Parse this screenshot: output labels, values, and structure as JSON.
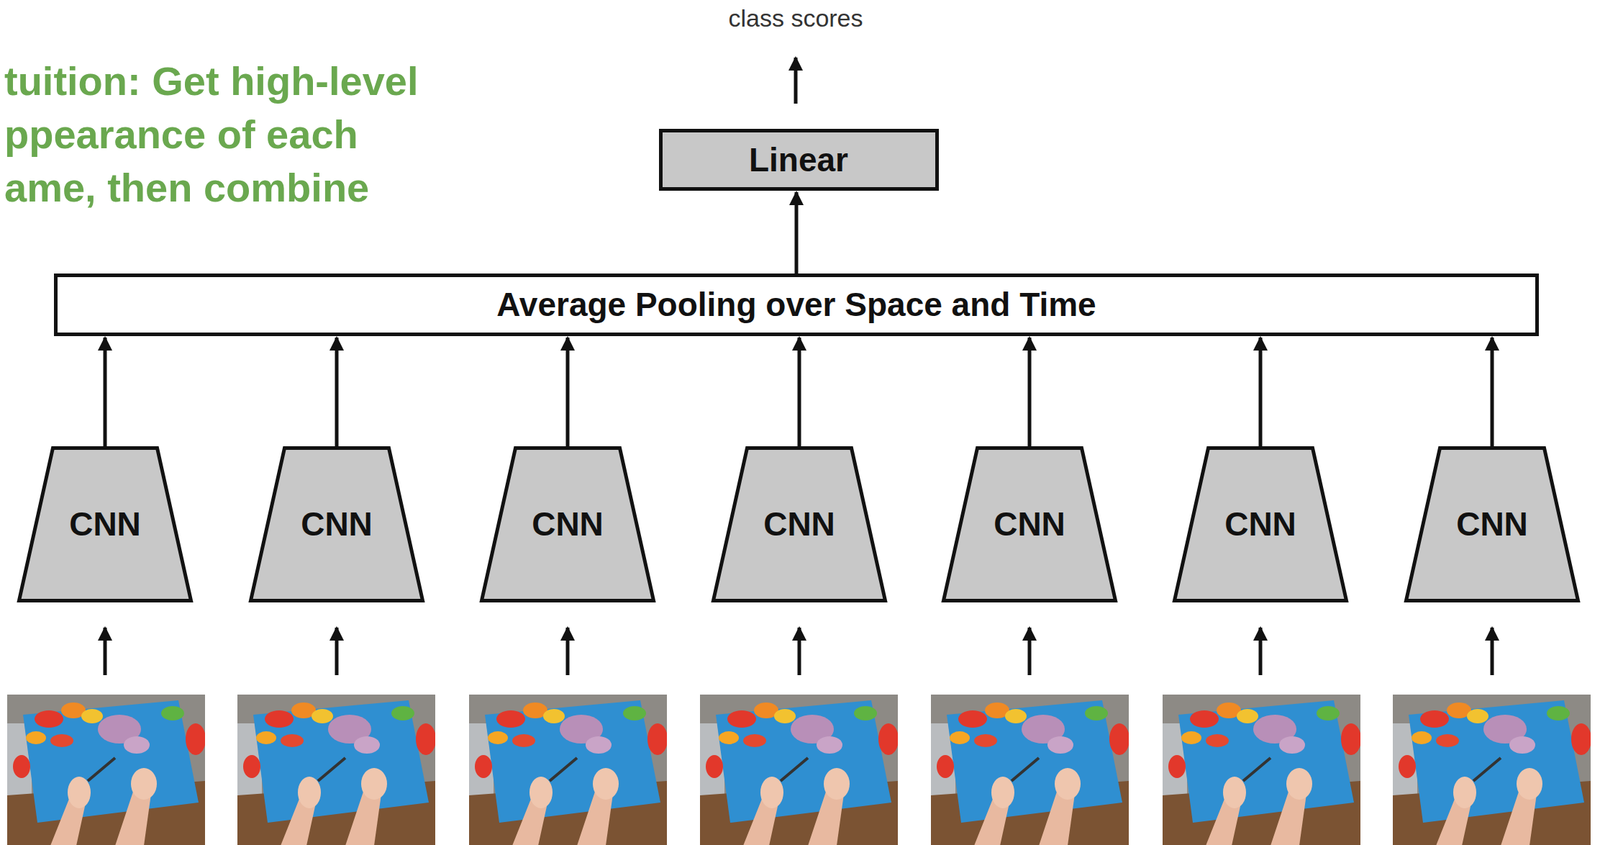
{
  "diagram": {
    "nodes": [
      {
        "text": [
          "Linear"
        ]
      },
      {
        "text": [
          "Average Pooling over Space and Time"
        ]
      },
      {
        "text": [
          "CNN"
        ]
      },
      {
        "text": [
          "CNN"
        ]
      },
      {
        "text": [
          "CNN"
        ]
      },
      {
        "text": [
          "CNN"
        ]
      },
      {
        "text": [
          "CNN"
        ]
      },
      {
        "text": [
          "CNN"
        ]
      },
      {
        "text": [
          "CNN"
        ]
      }
    ],
    "edges": [
      {
        "from": 1,
        "to": 0,
        "arrow": "to"
      },
      {
        "from": 2,
        "to": 1,
        "arrow": "to"
      },
      {
        "from": 3,
        "to": 1,
        "arrow": "to"
      },
      {
        "from": 4,
        "to": 1,
        "arrow": "to"
      },
      {
        "from": 5,
        "to": 1,
        "arrow": "to"
      },
      {
        "from": 6,
        "to": 1,
        "arrow": "to"
      },
      {
        "from": 7,
        "to": 1,
        "arrow": "to"
      },
      {
        "from": 8,
        "to": 1,
        "arrow": "to"
      }
    ],
    "labels": [
      "class scores",
      "tuition: Get high-level ppearance of each ame, then combine"
    ]
  }
}
